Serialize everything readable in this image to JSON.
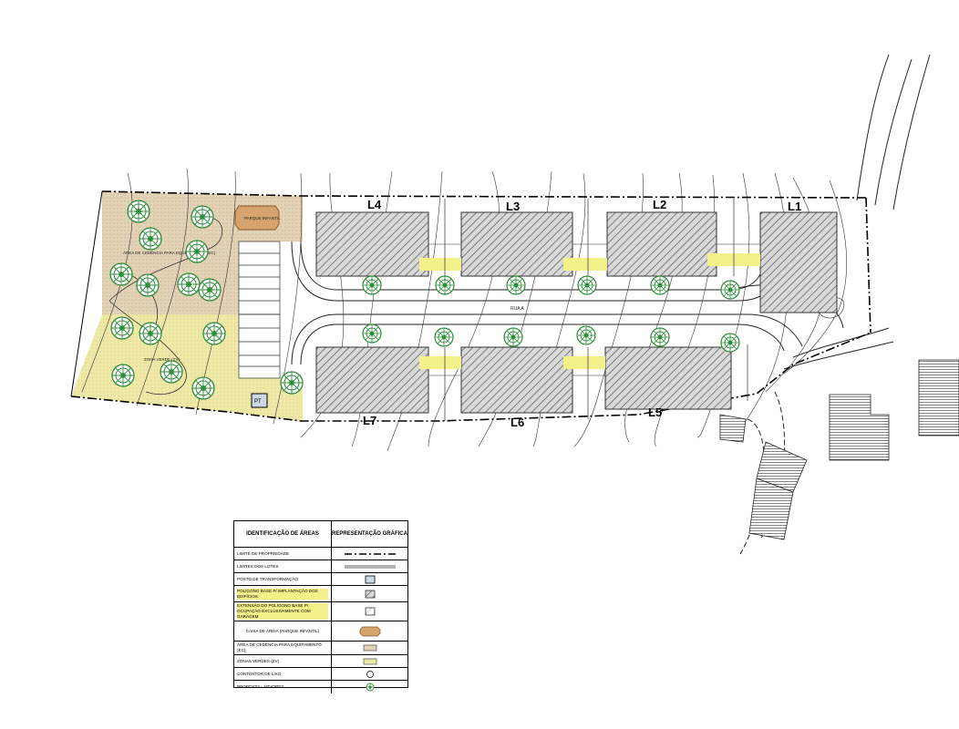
{
  "plan": {
    "lots": [
      {
        "id": "L1",
        "label": "L1"
      },
      {
        "id": "L2",
        "label": "L2"
      },
      {
        "id": "L3",
        "label": "L3"
      },
      {
        "id": "L4",
        "label": "L4"
      },
      {
        "id": "L5",
        "label": "L5"
      },
      {
        "id": "L6",
        "label": "L6"
      },
      {
        "id": "L7",
        "label": "L7"
      }
    ],
    "street_label": "RUA A",
    "playground_label": "PARQUE INFANTIL",
    "equipment_area_label": "ÁREA DE CEDÊNCIA PARA EQUIPAMENTO (EC)",
    "green_zone_label": "ZONA VERDE (ZV)",
    "transformer_label": "PT"
  },
  "legend": {
    "header_left": "IDENTIFICAÇÃO DE ÁREAS",
    "header_right": "REPRESENTAÇÃO GRÁFICA",
    "rows": [
      {
        "label": "LIMITE DE PROPRIEDADE",
        "symbol": "dash-dot-line-icon"
      },
      {
        "label": "LIMITES DOS LOTES",
        "symbol": "double-line-icon"
      },
      {
        "label": "POSTO DE TRANSFORMAÇÃO",
        "symbol": "transformer-box-icon"
      },
      {
        "label": "POLÍGONO BASE P/ IMPLANTAÇÃO DOS EDIFÍCIOS",
        "symbol": "hatch-box-icon"
      },
      {
        "label": "EXTENSÃO DO POLÍGONO BASE P/ OCUPAÇÃO EXCLUSIVAMENTE COM GARAGEM",
        "symbol": "light-hatch-box-icon"
      },
      {
        "label": "CAIXA DE AREIA (PARQUE INFANTIL)",
        "symbol": "sandbox-icon"
      },
      {
        "label": "ÁREA DE CEDÊNCIA PARA EQUIPAMENTO (EC)",
        "symbol": "beige-box-icon"
      },
      {
        "label": "ZONAS VERDES (ZV)",
        "symbol": "yellow-box-icon"
      },
      {
        "label": "CONTENTOR DE LIXO",
        "symbol": "circle-icon"
      },
      {
        "label": "PROPOSTA - ÁRVORES",
        "symbol": "tree-icon"
      }
    ]
  },
  "colors": {
    "lot_hatch": "#555555",
    "tree_green": "#2f8f3a",
    "equipment_beige": "#e3d2b6",
    "green_zone_yellow": "#efe9a8",
    "highlight_yellow": "#f4f08a",
    "sandbox_orange": "#d6a36c",
    "contour_line": "#222222"
  }
}
